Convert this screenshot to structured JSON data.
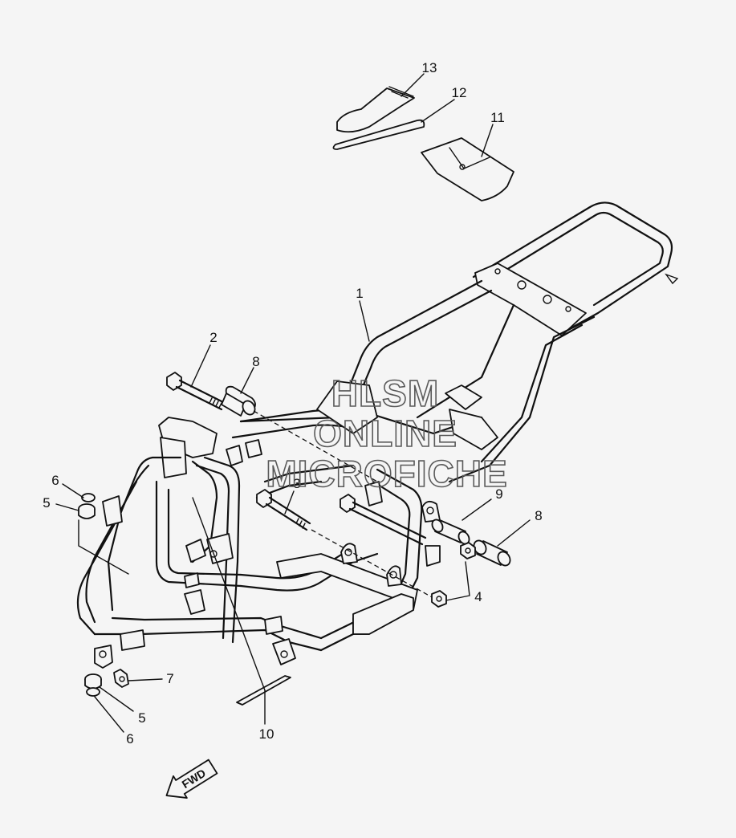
{
  "callouts": [
    {
      "id": "1",
      "label": "1"
    },
    {
      "id": "2",
      "label": "2"
    },
    {
      "id": "3",
      "label": "3"
    },
    {
      "id": "4",
      "label": "4"
    },
    {
      "id": "5a",
      "label": "5"
    },
    {
      "id": "5b",
      "label": "5"
    },
    {
      "id": "6a",
      "label": "6"
    },
    {
      "id": "6b",
      "label": "6"
    },
    {
      "id": "7",
      "label": "7"
    },
    {
      "id": "8a",
      "label": "8"
    },
    {
      "id": "8b",
      "label": "8"
    },
    {
      "id": "9",
      "label": "9"
    },
    {
      "id": "10",
      "label": "10"
    },
    {
      "id": "11",
      "label": "11"
    },
    {
      "id": "12",
      "label": "12"
    },
    {
      "id": "13",
      "label": "13"
    }
  ],
  "watermark": {
    "line1": "HLSM",
    "line2": "ONLINE",
    "line3": "MICROFICHE"
  },
  "fwd_label": "FWD"
}
